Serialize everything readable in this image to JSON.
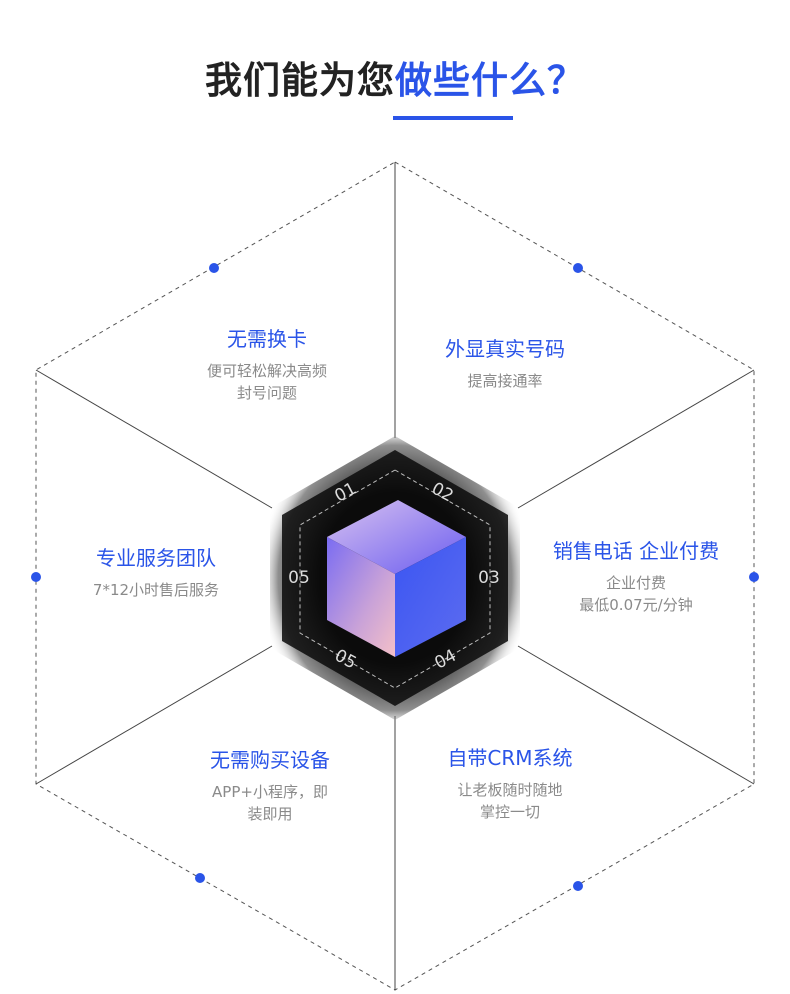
{
  "heading": {
    "part1": "我们能为您",
    "part2": "做些什么？"
  },
  "center": {
    "labels": [
      "01",
      "02",
      "03",
      "04",
      "05",
      "05"
    ]
  },
  "features": [
    {
      "title": "无需换卡",
      "desc1": "便可轻松解决高频",
      "desc2": "封号问题"
    },
    {
      "title": "外显真实号码",
      "desc1": "提高接通率",
      "desc2": ""
    },
    {
      "title": "销售电话 企业付费",
      "desc1": "企业付费",
      "desc2": "最低0.07元/分钟"
    },
    {
      "title": "自带CRM系统",
      "desc1": "让老板随时随地",
      "desc2": "掌控一切"
    },
    {
      "title": "无需购买设备",
      "desc1": "APP+小程序，即",
      "desc2": "装即用"
    },
    {
      "title": "专业服务团队",
      "desc1": "7*12小时售后服务",
      "desc2": ""
    }
  ],
  "colors": {
    "accent": "#2a54e8",
    "heading": "#222222",
    "desc": "#8a8a8a",
    "line": "#555555"
  }
}
